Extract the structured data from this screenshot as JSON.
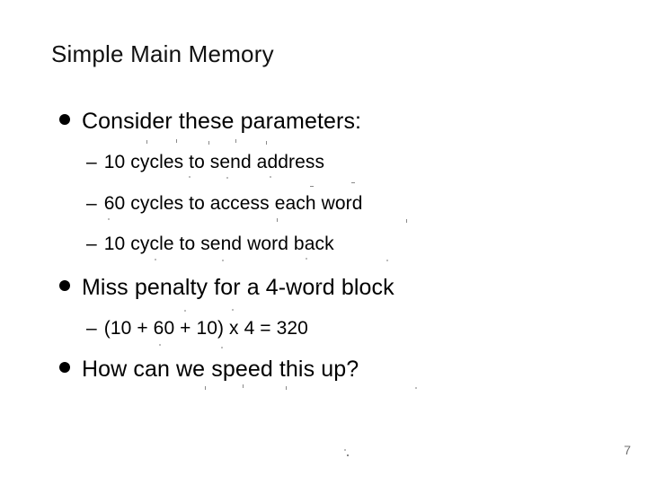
{
  "slide": {
    "title": "Simple Main Memory",
    "page_number": "7",
    "background_color": "#ffffff",
    "text_color": "#000000",
    "page_number_color": "#6f6f6f",
    "bullets": [
      {
        "level": 1,
        "marker": "filled-round-bullet",
        "text": "Consider these parameters:"
      },
      {
        "level": 2,
        "marker": "en-dash",
        "dash": "–",
        "text": "10 cycles to send address"
      },
      {
        "level": 2,
        "marker": "en-dash",
        "dash": "–",
        "text": "60 cycles to access each word"
      },
      {
        "level": 2,
        "marker": "en-dash",
        "dash": "–",
        "text": "10 cycle to send word back"
      },
      {
        "level": 1,
        "marker": "filled-round-bullet",
        "text": "Miss penalty for a 4-word block"
      },
      {
        "level": 2,
        "marker": "en-dash",
        "dash": "–",
        "text": "(10 + 60 + 10) x 4 = 320"
      },
      {
        "level": 1,
        "marker": "filled-round-bullet",
        "text": "How can we speed this up?"
      }
    ]
  }
}
